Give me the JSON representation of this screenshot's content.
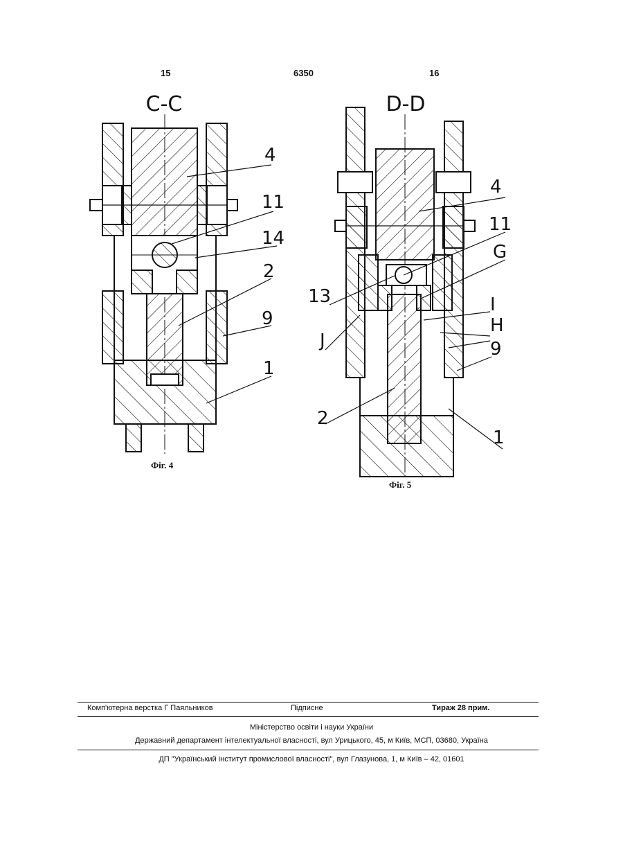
{
  "header": {
    "page_left": "15",
    "patent_number": "6350",
    "page_right": "16"
  },
  "figures": [
    {
      "section": "C-C",
      "caption": "Фіг. 4",
      "labels": [
        "4",
        "11",
        "14",
        "2",
        "9",
        "1"
      ]
    },
    {
      "section": "D-D",
      "caption": "Фіг. 5",
      "labels": [
        "4",
        "11",
        "G",
        "13",
        "I",
        "J",
        "H",
        "9",
        "2",
        "1"
      ]
    }
  ],
  "footer": {
    "layout": "Комп'ютерна верстка Г  Паяльников",
    "subscription": "Підписне",
    "circulation": "Тираж 28 прим.",
    "ministry": "Міністерство освіти і науки України",
    "department": "Державний департамент інтелектуальної власності, вул  Урицького, 45, м  Київ, МСП, 03680, Україна",
    "institute": "ДП \"Український інститут промислової власності\", вул  Глазунова, 1, м  Київ – 42, 01601"
  }
}
